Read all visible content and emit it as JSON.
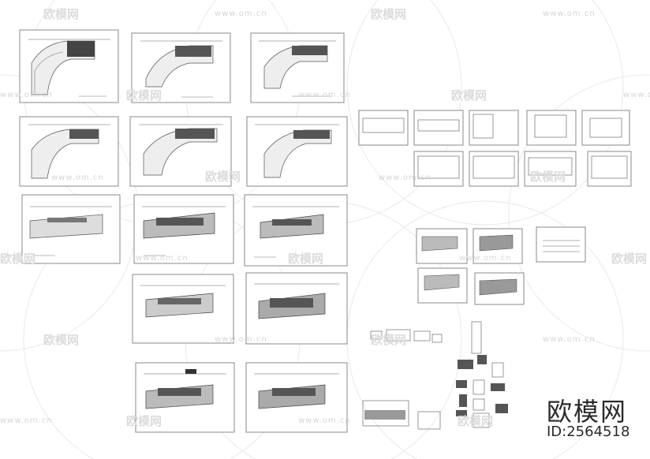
{
  "watermark": {
    "logo_text": "欧模网",
    "url_text": "www.om.cn"
  },
  "brand": {
    "name": "欧模网",
    "id_label": "ID:2564518"
  },
  "drawing_set": {
    "line_color": "#8a8a8a",
    "ink_color": "#555555",
    "dark_fill_color": "#333333"
  }
}
